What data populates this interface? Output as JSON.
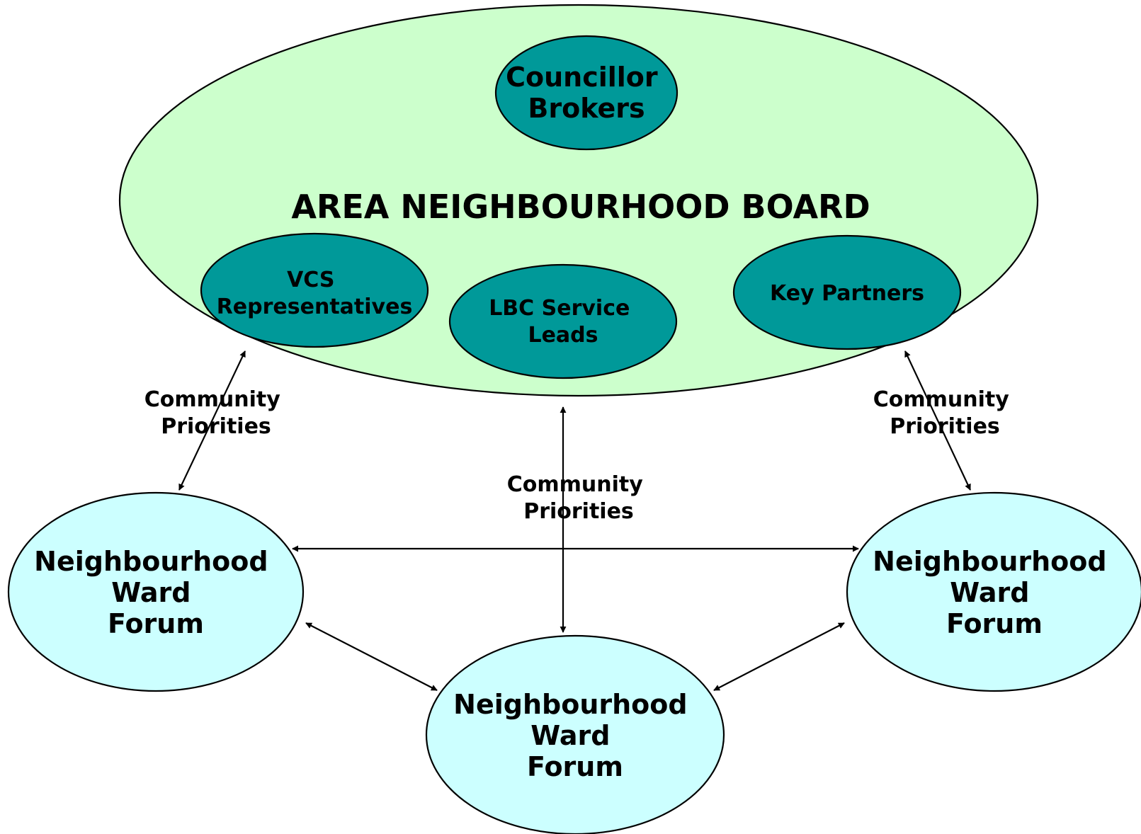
{
  "colors": {
    "board_fill": "#ccffcc",
    "member_fill": "#009999",
    "forum_fill": "#ccffff",
    "outline": "#000000"
  },
  "board": {
    "title": "AREA NEIGHBOURHOOD BOARD",
    "councillor": [
      "Councillor",
      "Brokers"
    ],
    "vcs": [
      "VCS",
      "Representatives"
    ],
    "lbc": [
      "LBC Service",
      "Leads"
    ],
    "partners": [
      "Key Partners"
    ]
  },
  "forums": {
    "left": [
      "Neighbourhood",
      "Ward",
      "Forum"
    ],
    "right": [
      "Neighbourhood",
      "Ward",
      "Forum"
    ],
    "bottom": [
      "Neighbourhood",
      "Ward",
      "Forum"
    ]
  },
  "flows": {
    "left": [
      "Community",
      "Priorities"
    ],
    "center": [
      "Community",
      "Priorities"
    ],
    "right": [
      "Community",
      "Priorities"
    ]
  }
}
